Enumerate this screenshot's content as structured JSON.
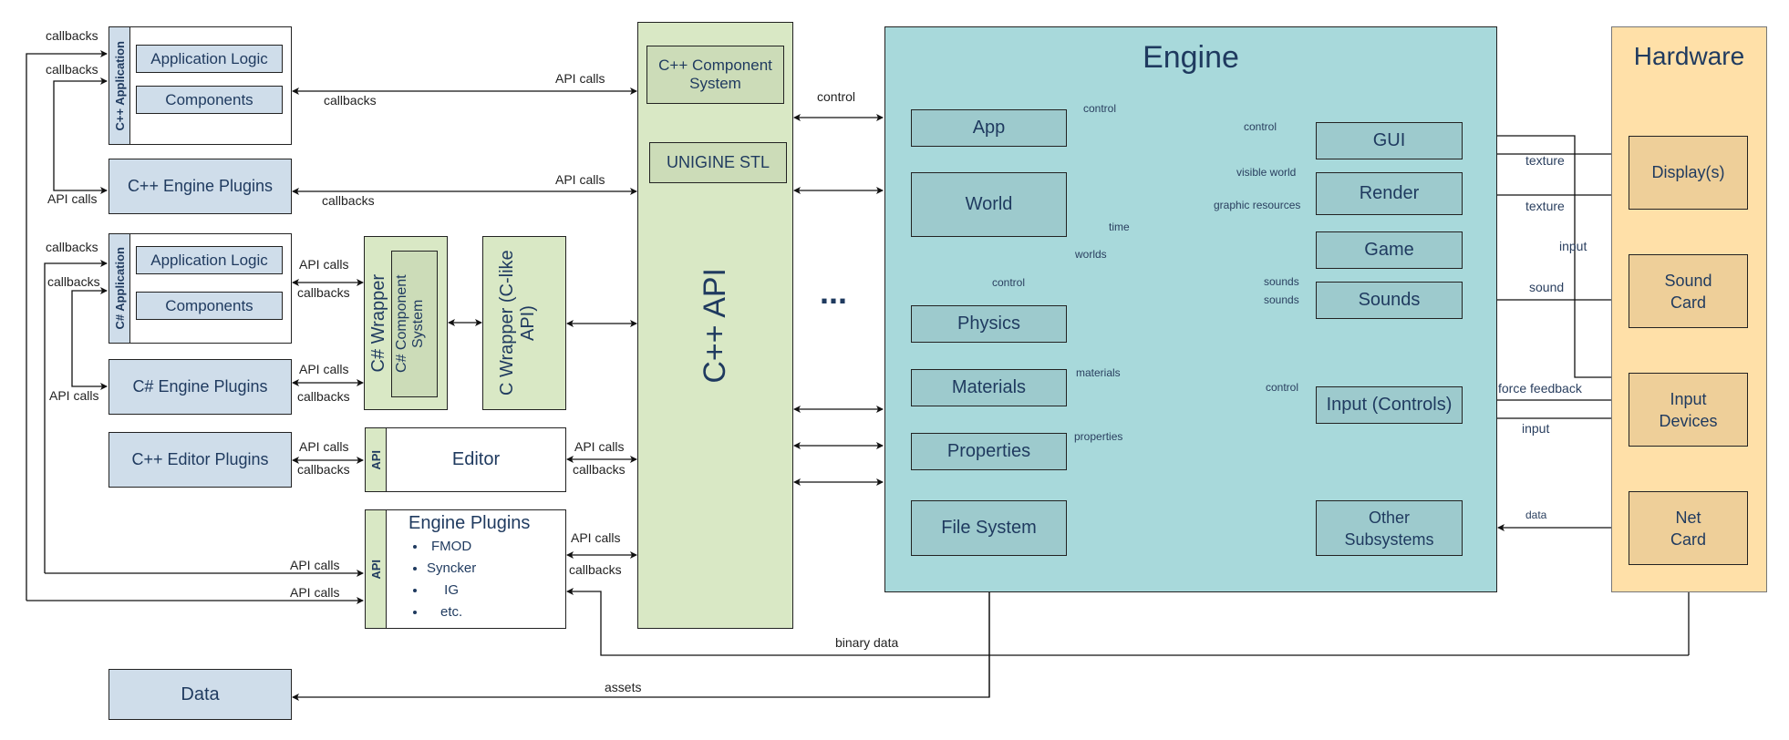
{
  "left": {
    "cpp_app": {
      "sidebar": "C++ Application",
      "logic": "Application Logic",
      "components": "Components"
    },
    "cpp_engine_plugins": "C++ Engine Plugins",
    "cs_app": {
      "sidebar": "C# Application",
      "logic": "Application Logic",
      "components": "Components"
    },
    "cs_engine_plugins": "C# Engine Plugins",
    "cpp_editor_plugins": "C++ Editor Plugins",
    "data": "Data"
  },
  "wrappers": {
    "cs_wrapper": "C# Wrapper",
    "cs_component_system": "C# Component System",
    "c_wrapper": "C Wrapper (C-like API)"
  },
  "editor": {
    "api": "API",
    "title": "Editor"
  },
  "engine_plugins": {
    "api": "API",
    "title": "Engine Plugins",
    "items": [
      "FMOD",
      "Syncker",
      "IG",
      "etc."
    ]
  },
  "cpp_api": {
    "title": "C++ API",
    "component_system": "C++ Component System",
    "stl": "UNIGINE STL",
    "ellipsis": "..."
  },
  "engine": {
    "title": "Engine",
    "modules": {
      "app": "App",
      "world": "World",
      "physics": "Physics",
      "materials": "Materials",
      "properties": "Properties",
      "file_system": "File System",
      "gui": "GUI",
      "render": "Render",
      "game": "Game",
      "sounds": "Sounds",
      "input": "Input (Controls)",
      "other": "Other Subsystems"
    }
  },
  "hardware": {
    "title": "Hardware",
    "display": "Display(s)",
    "sound_card": "Sound Card",
    "input_devices": "Input Devices",
    "net_card": "Net Card"
  },
  "labels": {
    "callbacks": "callbacks",
    "api_calls": "API calls",
    "control": "control",
    "visible_world": "visible world",
    "graphic_resources": "graphic resources",
    "time": "time",
    "worlds": "worlds",
    "sounds": "sounds",
    "materials": "materials",
    "properties": "properties",
    "texture": "texture",
    "input": "input",
    "sound": "sound",
    "force_feedback": "force feedback",
    "data": "data",
    "binary_data": "binary data",
    "assets": "assets"
  },
  "colors": {
    "left_blue": "#CFDDEA",
    "api_green": "#D9E8C5",
    "engine_teal": "#A8D9DB",
    "hardware_orange": "#FFE0A8",
    "text": "#1F3A5F"
  }
}
